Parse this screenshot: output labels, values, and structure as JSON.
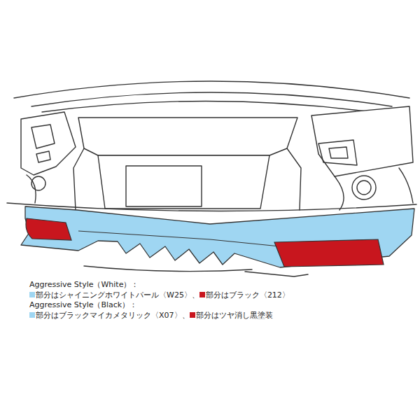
{
  "diagram": {
    "labels": [
      "Aggressive Style（White）：",
      "Aggressive Style（Black）："
    ],
    "legend": [
      {
        "text": "部分はシャイニングホワイトパール〈W25〉、",
        "color": "#9fd6f2"
      },
      {
        "text": "部分はブラック〈212〉",
        "color": "#c8161e"
      },
      {
        "text": "部分はブラックマイカメタリック〈X07〉、",
        "color": "#9fd6f2"
      },
      {
        "text": "部分はツヤ消し黒塗装",
        "color": "#c8161e"
      }
    ]
  }
}
